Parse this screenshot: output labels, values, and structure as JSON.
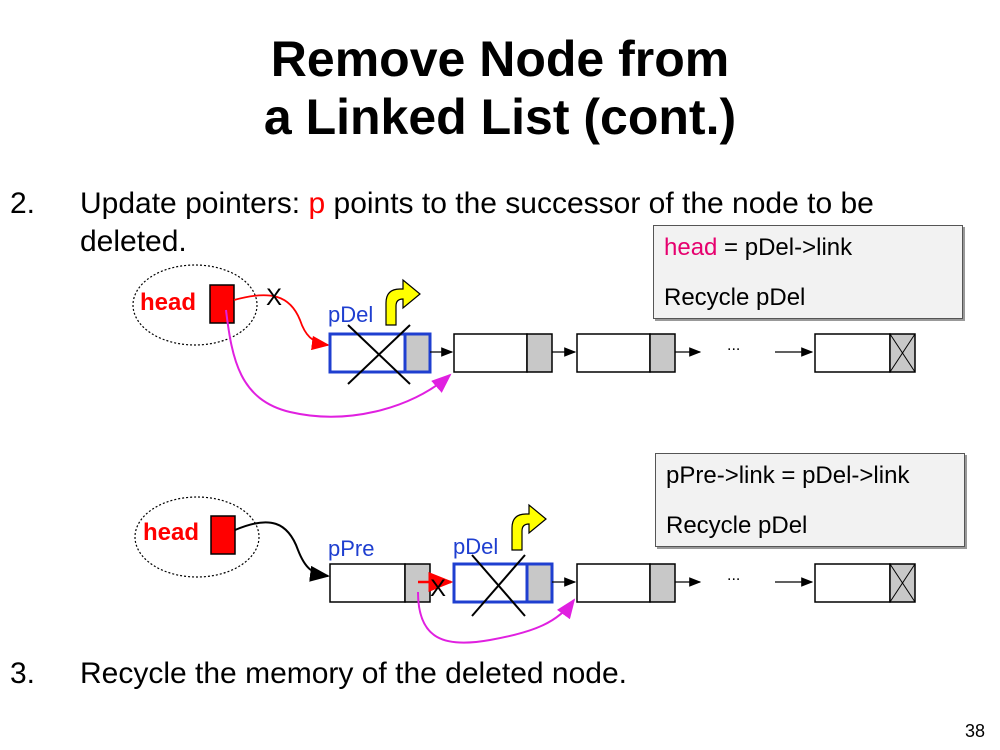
{
  "title": {
    "line1": "Remove Node from",
    "line2": "a Linked List (cont.)"
  },
  "steps": [
    {
      "number": "2.",
      "text_before": "Update pointers: ",
      "highlight": "p",
      "text_after": " points to the successor of the node to be deleted."
    },
    {
      "number": "3.",
      "text": "Recycle the memory of the deleted node."
    }
  ],
  "diagram_top": {
    "head_label": "head",
    "x_mark": "X",
    "pdel_label": "pDel",
    "ellipsis": "...",
    "code_box": {
      "line1_var": "head",
      "line1_rest": " = pDel->link",
      "line2": "Recycle pDel"
    }
  },
  "diagram_bottom": {
    "head_label": "head",
    "x_mark": "X",
    "ppre_label": "pPre",
    "pdel_label": "pDel",
    "ellipsis": "...",
    "code_box": {
      "line1": "pPre->link = pDel->link",
      "line2": "Recycle pDel"
    }
  },
  "page_number": "38",
  "colors": {
    "head_box": "#ff0000",
    "pdel_border": "#1f3fd0",
    "pointer_magenta": "#e020e0",
    "arrow_yellow": "#ffff00",
    "link_cell": "#c8c8c8"
  }
}
